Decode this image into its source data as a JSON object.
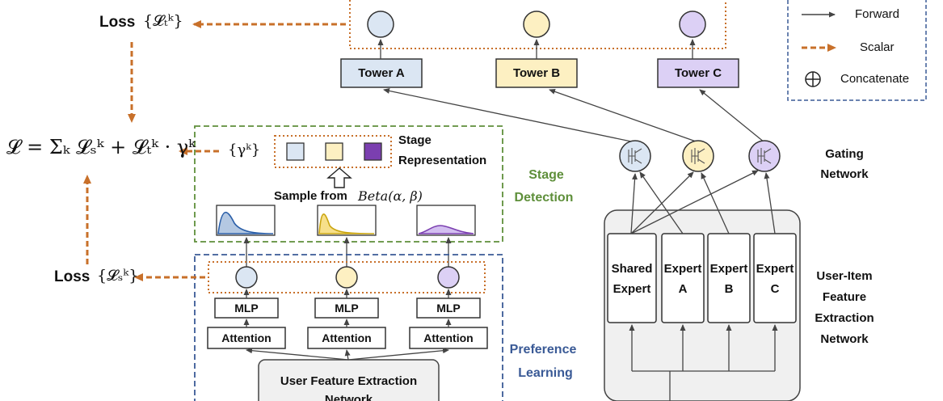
{
  "legend": {
    "forward": "Forward",
    "scalar": "Scalar",
    "concatenate": "Concatenate"
  },
  "towers": {
    "a": "Tower A",
    "b": "Tower B",
    "c": "Tower C"
  },
  "loss_t": {
    "word": "Loss",
    "expr": "{𝓛ₜᵏ}"
  },
  "loss_s": {
    "word": "Loss",
    "expr": "{𝓛ₛᵏ}"
  },
  "formula": "𝓛 = Σₖ 𝓛ₛᵏ + 𝓛ₜᵏ · γᵏ",
  "gamma_set": "{γᵏ}",
  "stage_detection": {
    "title_line1": "Stage",
    "title_line2": "Detection",
    "representation_line1": "Stage",
    "representation_line2": "Representation",
    "sample_prefix": "Sample from",
    "sample_dist": "Beta(α, β)"
  },
  "preference_learning": {
    "title_line1": "Preference",
    "title_line2": "Learning",
    "mlp": [
      "MLP",
      "MLP",
      "MLP"
    ],
    "attention": [
      "Attention",
      "Attention",
      "Attention"
    ],
    "user_feature_line1": "User Feature Extraction",
    "user_feature_line2": "Network"
  },
  "gating": {
    "line1": "Gating",
    "line2": "Network"
  },
  "experts": {
    "shared": [
      "Shared",
      "Expert"
    ],
    "a": [
      "Expert",
      "A"
    ],
    "b": [
      "Expert",
      "B"
    ],
    "c": [
      "Expert",
      "C"
    ]
  },
  "user_item": {
    "line1": "User-Item",
    "line2": "Feature",
    "line3": "Extraction",
    "line4": "Network"
  },
  "colors": {
    "blue_fill": "#dbe6f3",
    "yellow_fill": "#fdf0c2",
    "purple_fill": "#dcd0f5",
    "purple_dark": "#7b3fb0",
    "orange": "#c8702a",
    "green": "#5e8f3a",
    "navy": "#3a5a96"
  }
}
